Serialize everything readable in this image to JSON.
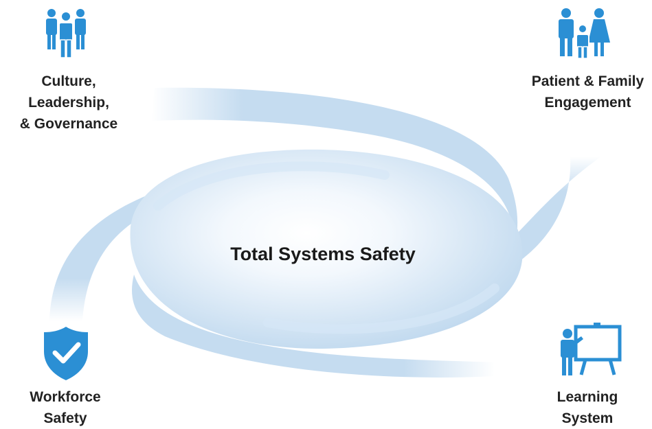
{
  "center": {
    "title": "Total Systems Safety"
  },
  "nodes": {
    "culture": {
      "lines": [
        "Culture,",
        "Leadership,",
        "& Governance"
      ],
      "icon": "group-of-people-icon"
    },
    "patient": {
      "lines": [
        "Patient & Family",
        "Engagement"
      ],
      "icon": "family-icon"
    },
    "workforce": {
      "lines": [
        "Workforce",
        "Safety"
      ],
      "icon": "shield-check-icon"
    },
    "learning": {
      "lines": [
        "Learning",
        "System"
      ],
      "icon": "teacher-board-icon"
    }
  },
  "colors": {
    "swirl": "#c5dcf0",
    "swirl_light": "#eaf3fb",
    "icon_blue": "#2b8fd4",
    "text": "#222222"
  }
}
